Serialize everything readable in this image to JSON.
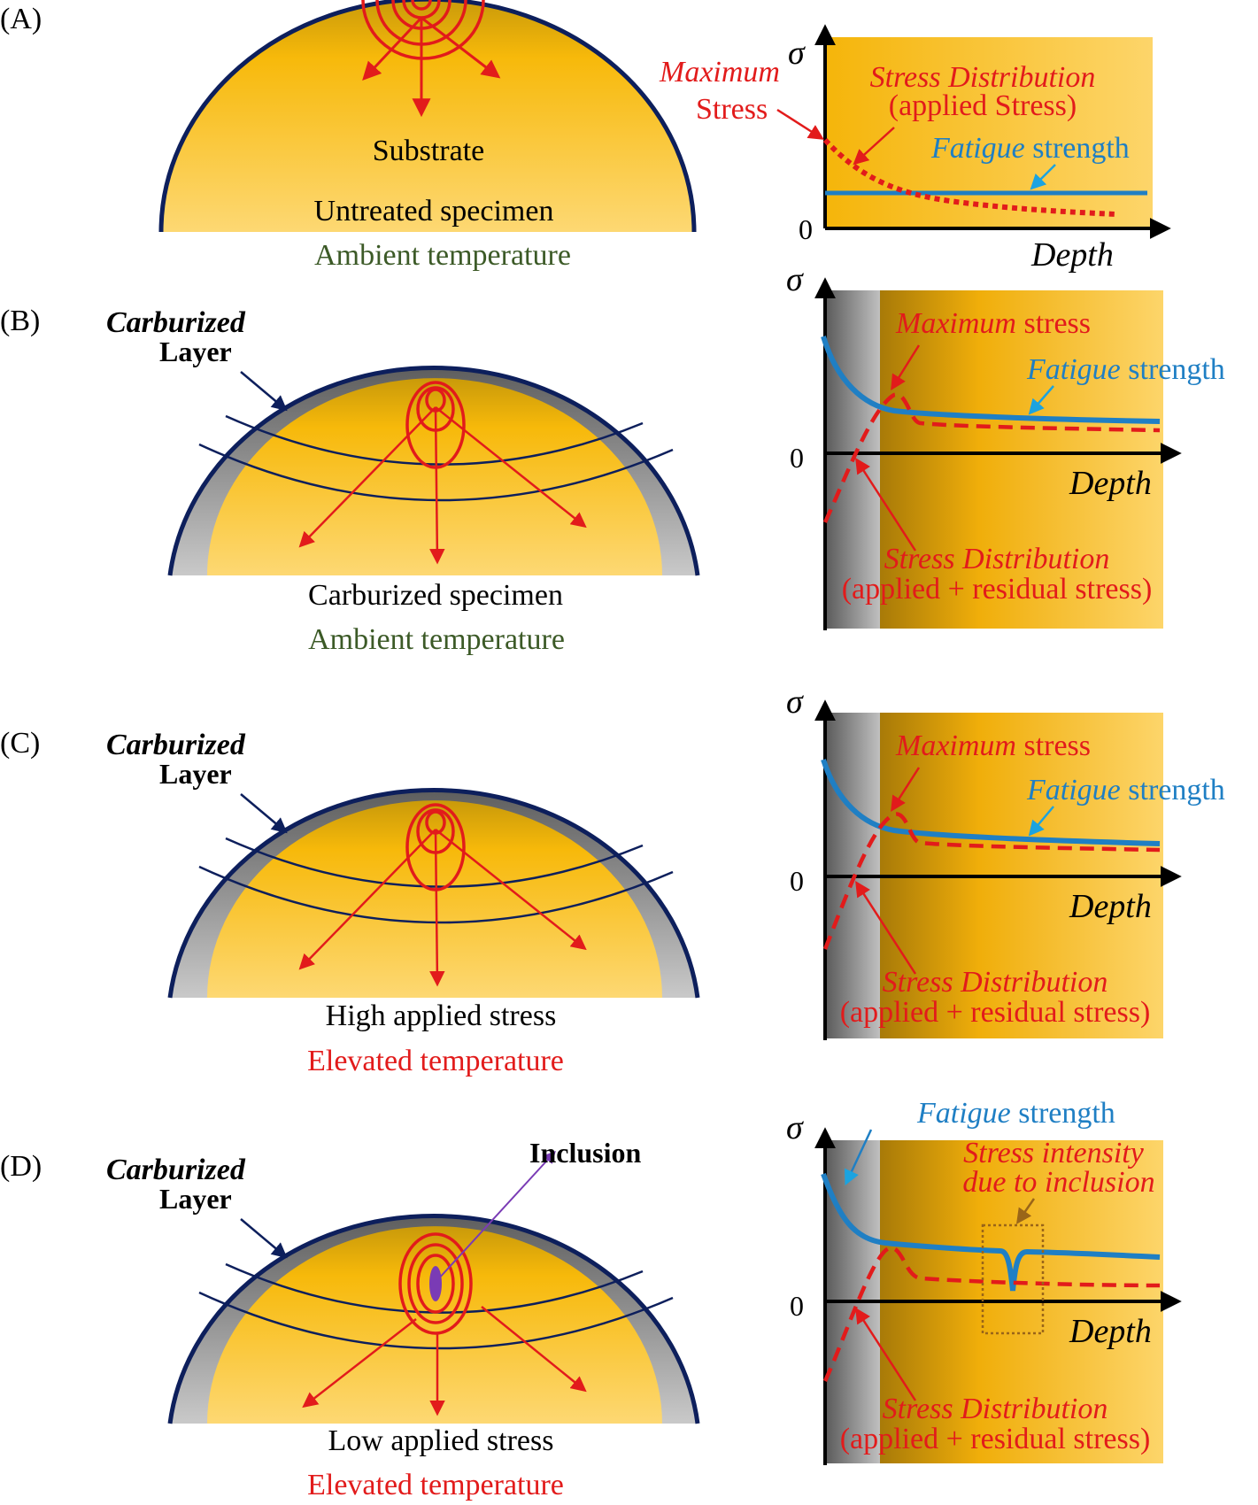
{
  "colors": {
    "orange": "#f5b80a",
    "orange_light": "#fcd668",
    "gray": "#8a8a8a",
    "navy": "#0d1f5c",
    "red": "#e21b1b",
    "blue": "#1f7fc4",
    "green": "#3c5a27",
    "purple": "#6a2ca0",
    "brown": "#9a6518"
  },
  "panels": [
    {
      "id": "A",
      "tag": "(A)",
      "substrate": "Substrate",
      "caption1": "Untreated specimen",
      "caption2": "Ambient temperature",
      "sigma": "σ",
      "zero": "0",
      "depth": "Depth",
      "max_label_ital": "Maximum",
      "max_label_rest": "Stress",
      "dist_line1": "Stress Distribution",
      "dist_line2": "(applied Stress)",
      "fatigue_ital": "Fatigue",
      "fatigue_rest": " strength"
    },
    {
      "id": "B",
      "tag": "(B)",
      "layer_ital": "Carburized",
      "layer_rest": "Layer",
      "caption1": "Carburized specimen",
      "caption2": "Ambient temperature",
      "sigma": "σ",
      "zero": "0",
      "depth": "Depth",
      "max_label_ital": "Maximum",
      "max_label_rest": " stress",
      "fatigue_ital": "Fatigue",
      "fatigue_rest": " strength",
      "dist_line1": "Stress Distribution",
      "dist_line2": "(applied + residual stress)"
    },
    {
      "id": "C",
      "tag": "(C)",
      "layer_ital": "Carburized",
      "layer_rest": "Layer",
      "caption1": "High applied stress",
      "caption2": "Elevated temperature",
      "sigma": "σ",
      "zero": "0",
      "depth": "Depth",
      "max_label_ital": "Maximum",
      "max_label_rest": " stress",
      "fatigue_ital": "Fatigue",
      "fatigue_rest": " strength",
      "dist_line1": "Stress Distribution",
      "dist_line2": "(applied + residual stress)"
    },
    {
      "id": "D",
      "tag": "(D)",
      "layer_ital": "Carburized",
      "layer_rest": "Layer",
      "inclusion": "Inclusion",
      "caption1": "Low applied stress",
      "caption2": "Elevated temperature",
      "sigma": "σ",
      "zero": "0",
      "depth": "Depth",
      "fatigue_ital": "Fatigue",
      "fatigue_rest": " strength",
      "intensity_line1": "Stress intensity",
      "intensity_line2": "due to inclusion",
      "dist_line1": "Stress Distribution",
      "dist_line2": "(applied + residual stress)"
    }
  ]
}
